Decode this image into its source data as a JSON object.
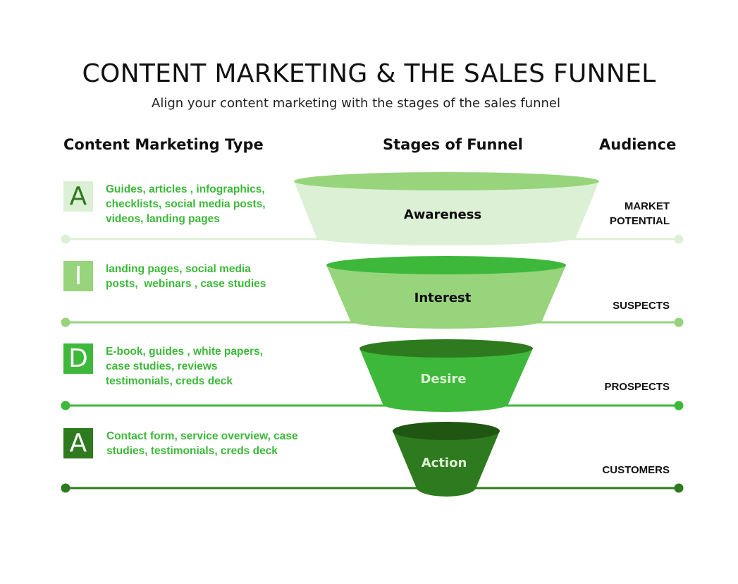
{
  "header": {
    "title": "CONTENT MARKETING & THE SALES FUNNEL",
    "subtitle": "Align your content marketing with the stages of the sales funnel"
  },
  "columns": {
    "content_type": "Content Marketing Type",
    "stages": "Stages of Funnel",
    "audience": "Audience"
  },
  "rows": [
    {
      "letter": "A",
      "content": "Guides, articles , infographics,\nchecklists, social media posts,\nvideos, landing pages",
      "stage": "Awareness",
      "audience": "MARKET\nPOTENTIAL",
      "colors": {
        "box": "#dcf0d6",
        "letter": "#2e7a1e",
        "line": "#dcf0d6",
        "body": "#dcf0d6",
        "top": "#97d47c",
        "label": "#0d0d0d"
      }
    },
    {
      "letter": "I",
      "content": "landing pages, social media\nposts,  webinars , case studies",
      "stage": "Interest",
      "audience": "SUSPECTS",
      "colors": {
        "box": "#97d47c",
        "letter": "#ffffff",
        "line": "#97d47c",
        "body": "#97d47c",
        "top": "#3db83a",
        "label": "#0d0d0d"
      }
    },
    {
      "letter": "D",
      "content": "E-book, guides , white papers,\ncase studies, reviews\ntestimonials, creds deck",
      "stage": "Desire",
      "audience": "PROSPECTS",
      "colors": {
        "box": "#3db83a",
        "letter": "#ffffff",
        "line": "#3db83a",
        "body": "#3db83a",
        "top": "#2e7a1e",
        "label": "#dcf0d6"
      }
    },
    {
      "letter": "A",
      "content": "Contact form, service overview, case\nstudies, testimonials, creds deck",
      "stage": "Action",
      "audience": "CUSTOMERS",
      "colors": {
        "box": "#2e7a1e",
        "letter": "#ffffff",
        "line": "#2e7a1e",
        "body": "#2e7a1e",
        "top": "#1f5612",
        "label": "#dcf0d6"
      }
    }
  ]
}
